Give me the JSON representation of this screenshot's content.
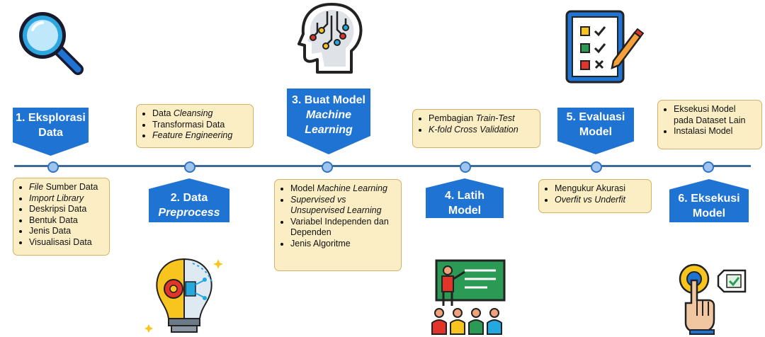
{
  "steps": [
    {
      "line1": "1. Eksplorasi",
      "line2": "Data"
    },
    {
      "line1": "2. Data",
      "line2": "Preprocess"
    },
    {
      "line1": "3. Buat Model",
      "line2": "Machine",
      "line3": "Learning"
    },
    {
      "line1": "4. Latih",
      "line2": "Model"
    },
    {
      "line1": "5. Evaluasi",
      "line2": "Model"
    },
    {
      "line1": "6. Eksekusi",
      "line2": "Model"
    }
  ],
  "notes": {
    "eksplorasi": [
      {
        "it": "File",
        "rest": " Sumber Data"
      },
      {
        "it": "Import Library",
        "rest": ""
      },
      {
        "it": "",
        "rest": "Deskripsi Data"
      },
      {
        "it": "",
        "rest": "Bentuk Data"
      },
      {
        "it": "",
        "rest": "Jenis Data"
      },
      {
        "it": "",
        "rest": "Visualisasi Data"
      }
    ],
    "preprocess": [
      {
        "pre": "Data ",
        "it": "Cleansing",
        "rest": ""
      },
      {
        "pre": "",
        "it": "",
        "rest": "Transformasi Data"
      },
      {
        "pre": "",
        "it": "Feature Engineering",
        "rest": ""
      }
    ],
    "buat_model": [
      {
        "pre": "Model ",
        "it": "Machine Learning",
        "rest": ""
      },
      {
        "pre": "",
        "it": "Supervised",
        "mid": " vs ",
        "it2": "Unsupervised Learning"
      },
      {
        "pre": "",
        "it": "",
        "rest": "Variabel Independen dan Dependen"
      },
      {
        "pre": "",
        "it": "",
        "rest": "Jenis Algoritme"
      }
    ],
    "latih": [
      {
        "pre": "Pembagian ",
        "it": "Train-Test",
        "rest": ""
      },
      {
        "pre": "",
        "it": "K-fold Cross Validation",
        "rest": ""
      }
    ],
    "evaluasi": [
      {
        "pre": "",
        "it": "",
        "rest": "Mengukur Akurasi"
      },
      {
        "pre": "",
        "it": "Overfit",
        "mid": " vs ",
        "it2": "Underfit"
      }
    ],
    "eksekusi": [
      {
        "pre": "",
        "it": "",
        "rest": "Eksekusi Model pada Dataset Lain"
      },
      {
        "pre": "",
        "it": "",
        "rest": "Instalasi Model"
      }
    ]
  },
  "icons": [
    "magnifier-icon",
    "lightbulb-gear-icon",
    "ai-head-icon",
    "teacher-class-icon",
    "checklist-icon",
    "touch-check-icon"
  ],
  "colors": {
    "banner": "#1f73d3",
    "note_bg": "#fbeec4",
    "note_border": "#d3b266",
    "timeline": "#3e6a9a",
    "node": "#9ec3ee"
  }
}
